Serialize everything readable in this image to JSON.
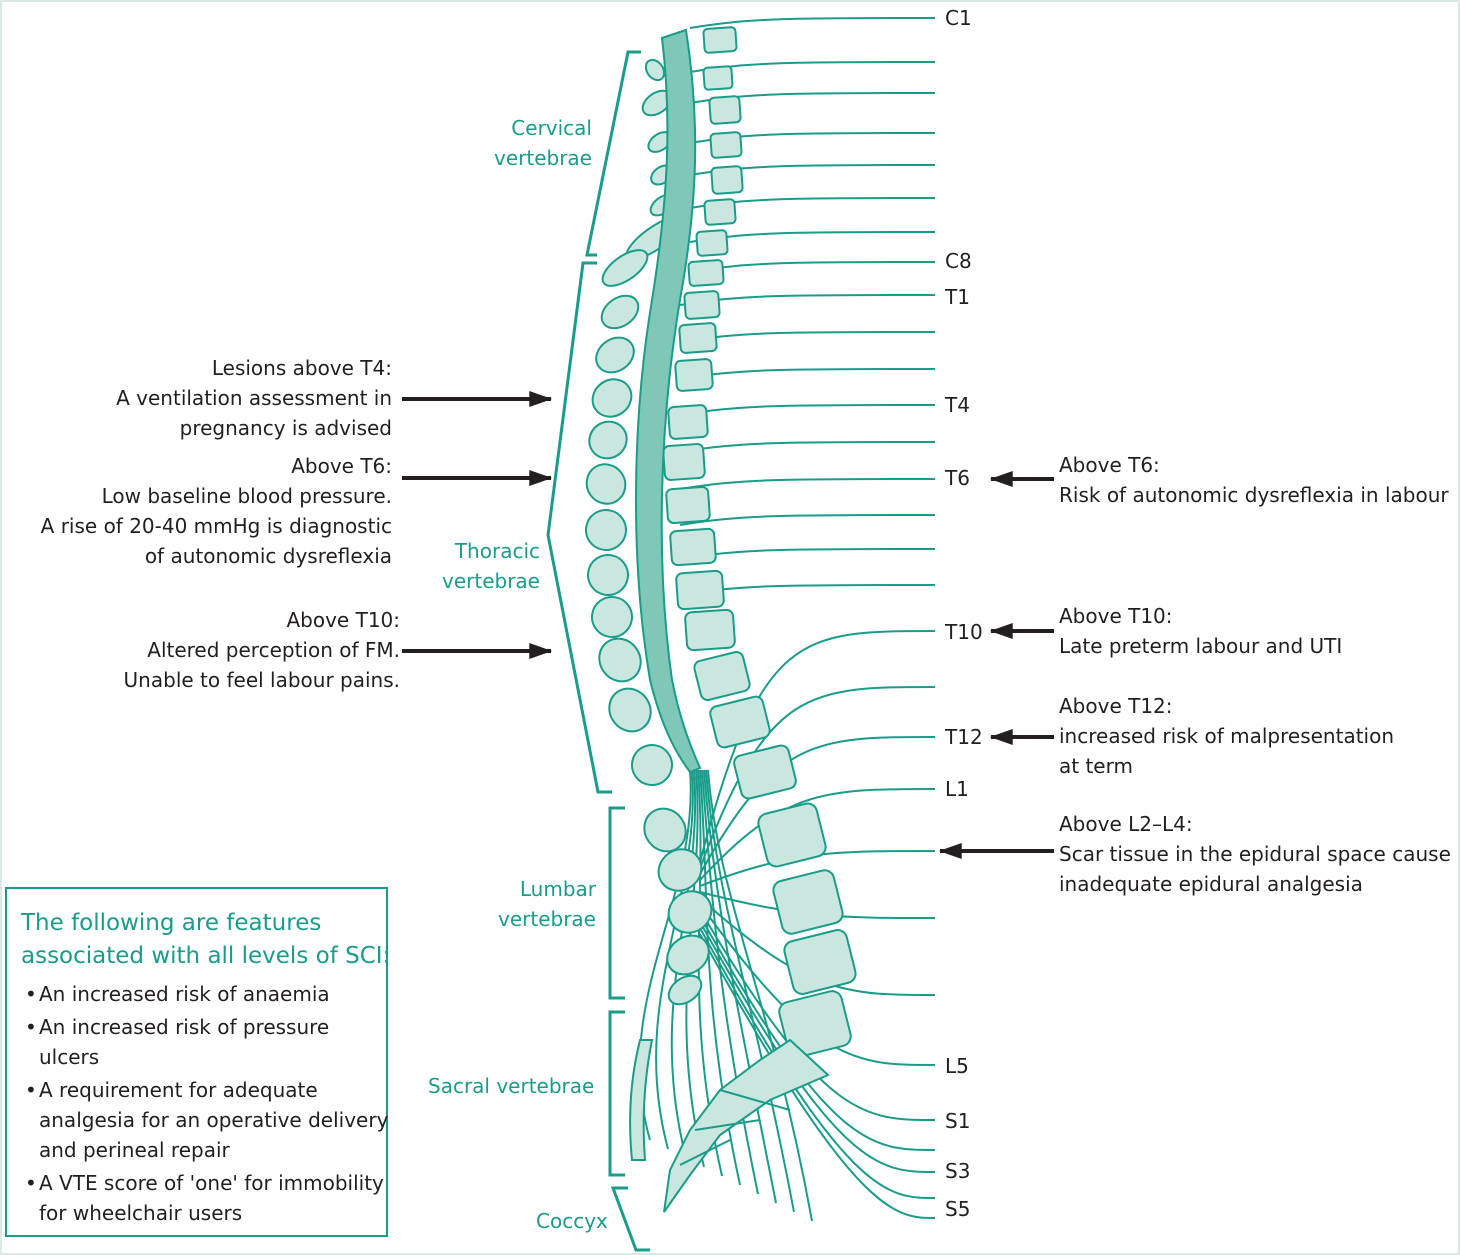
{
  "regions": {
    "cervical": [
      "Cervical",
      "vertebrae"
    ],
    "thoracic": [
      "Thoracic",
      "vertebrae"
    ],
    "lumbar": [
      "Lumbar",
      "vertebrae"
    ],
    "sacral": "Sacral vertebrae",
    "coccyx": "Coccyx"
  },
  "levels": {
    "c1": "C1",
    "c8": "C8",
    "t1": "T1",
    "t4": "T4",
    "t6": "T6",
    "t10": "T10",
    "t12": "T12",
    "l1": "L1",
    "l5": "L5",
    "s1": "S1",
    "s3": "S3",
    "s5": "S5"
  },
  "left_notes": [
    [
      "Lesions above T4:",
      "A ventilation assessment in",
      "pregnancy is advised"
    ],
    [
      "Above T6:",
      "Low baseline blood pressure.",
      "A rise of 20-40 mmHg is diagnostic",
      "of autonomic dysreflexia"
    ],
    [
      "Above T10:",
      "Altered perception of FM.",
      "Unable to feel labour pains."
    ]
  ],
  "right_notes": [
    [
      "Above T6:",
      "Risk of autonomic dysreflexia in labour"
    ],
    [
      "Above T10:",
      "Late preterm labour and UTI"
    ],
    [
      "Above T12:",
      "increased risk of malpresentation",
      "at term"
    ],
    [
      "Above L2–L4:",
      "Scar tissue in the epidural space cause",
      "inadequate epidural analgesia"
    ]
  ],
  "features_box": {
    "title": "The following are features associated with all levels of SCI:",
    "items": [
      "An increased risk of anaemia",
      "An increased risk of pressure ulcers",
      "A requirement for adequate analgesia for an operative delivery and perineal repair",
      "A VTE score of 'one' for immobility for wheelchair users"
    ]
  },
  "colors": {
    "teal": "#1a9c8a",
    "fill": "#c9e6df",
    "cord": "#7fc7b6",
    "text": "#231f20"
  }
}
